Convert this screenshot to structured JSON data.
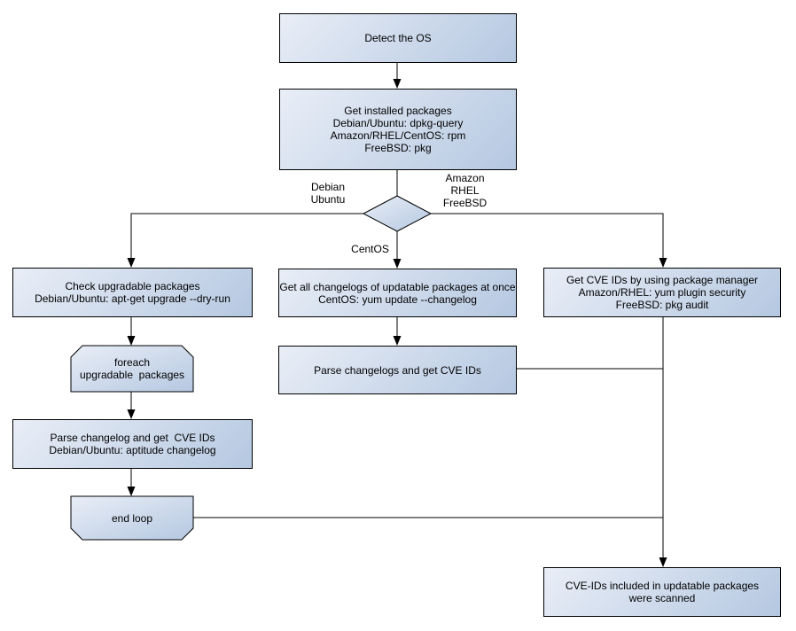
{
  "style": {
    "canvas_bg": "#ffffff",
    "node_fill_light": "#e9eef7",
    "node_fill_dark": "#b5c8e1",
    "node_border": "#000000",
    "line_color": "#000000",
    "text_color": "#000000"
  },
  "nodes": {
    "detect_os": {
      "label": "Detect the OS"
    },
    "get_installed": {
      "label": "Get installed packages\nDebian/Ubuntu: dpkg-query\nAmazon/RHEL/CentOS: rpm\nFreeBSD: pkg"
    },
    "check_upgradable": {
      "label": "Check upgradable packages\nDebian/Ubuntu: apt-get upgrade --dry-run"
    },
    "get_all_changelogs": {
      "label": "Get all changelogs of updatable packages at once\nCentOS: yum update --changelog"
    },
    "get_cve_ids": {
      "label": "Get CVE IDs by using package manager\nAmazon/RHEL: yum plugin security\nFreeBSD: pkg audit"
    },
    "foreach_loop": {
      "label": "foreach\nupgradable  packages"
    },
    "parse_changelogs": {
      "label": "Parse changelogs and get CVE IDs"
    },
    "parse_changelog": {
      "label": "Parse changelog and get  CVE IDs\nDebian/Ubuntu: aptitude changelog"
    },
    "end_loop": {
      "label": "end loop"
    },
    "cve_scanned": {
      "label": "CVE-IDs included in updatable packages\nwere scanned"
    }
  },
  "edge_labels": {
    "debian_ubuntu": {
      "label": "Debian\nUbuntu"
    },
    "amazon_rhel_freebsd": {
      "label": "Amazon\nRHEL\nFreeBSD"
    },
    "centos": {
      "label": "CentOS"
    }
  }
}
